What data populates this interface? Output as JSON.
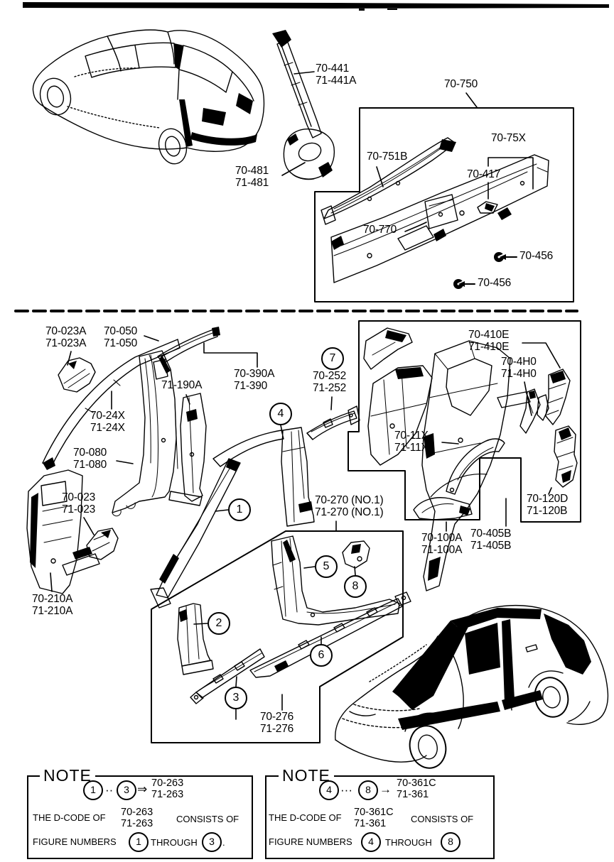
{
  "page": {
    "ink": "#000000",
    "bg": "#ffffff"
  },
  "labels": {
    "l441": "70-441\n71-441A",
    "l481": "70-481\n71-481",
    "l750": "70-750",
    "l751B": "70-751B",
    "l75X": "70-75X",
    "l417": "70-417",
    "l770": "70-770",
    "l456a": "70-456",
    "l456b": "70-456",
    "l023A": "70-023A\n71-023A",
    "l050": "70-050\n71-050",
    "l390A": "70-390A\n71-390",
    "l190A": "71-190A",
    "l24X": "70-24X\n71-24X",
    "l080": "70-080\n71-080",
    "l023": "70-023\n71-023",
    "l210A": "70-210A\n71-210A",
    "l252": "70-252\n71-252",
    "l270": "70-270 (NO.1)\n71-270 (NO.1)",
    "l276": "70-276\n71-276",
    "l410E": "70-410E\n71-410E",
    "l4H0": "70-4H0\n71-4H0",
    "l11X": "70-11X\n71-11X",
    "l120D": "70-120D\n71-120B",
    "l100A": "70-100A\n71-100A",
    "l405B": "70-405B\n71-405B"
  },
  "callouts": {
    "c1": "1",
    "c2": "2",
    "c3": "3",
    "c4": "4",
    "c5": "5",
    "c6": "6",
    "c7": "7",
    "c8": "8"
  },
  "notes": {
    "left": {
      "title": "NOTE",
      "from": "1",
      "dots": "··",
      "to": "3",
      "arrow": "⇒",
      "code": "70-263\n71-263",
      "line1a": "THE D-CODE OF",
      "line1b": "CONSISTS OF",
      "line2a": "FIGURE NUMBERS",
      "line2b": "THROUGH",
      "period": "."
    },
    "right": {
      "title": "NOTE",
      "from": "4",
      "dots": "···",
      "to": "8",
      "arrow": "→",
      "code": "70-361C\n71-361",
      "line1a": "THE D-CODE OF",
      "line1b": "CONSISTS OF",
      "line2a": "FIGURE NUMBERS",
      "line2b": "THROUGH",
      "period": ""
    }
  }
}
